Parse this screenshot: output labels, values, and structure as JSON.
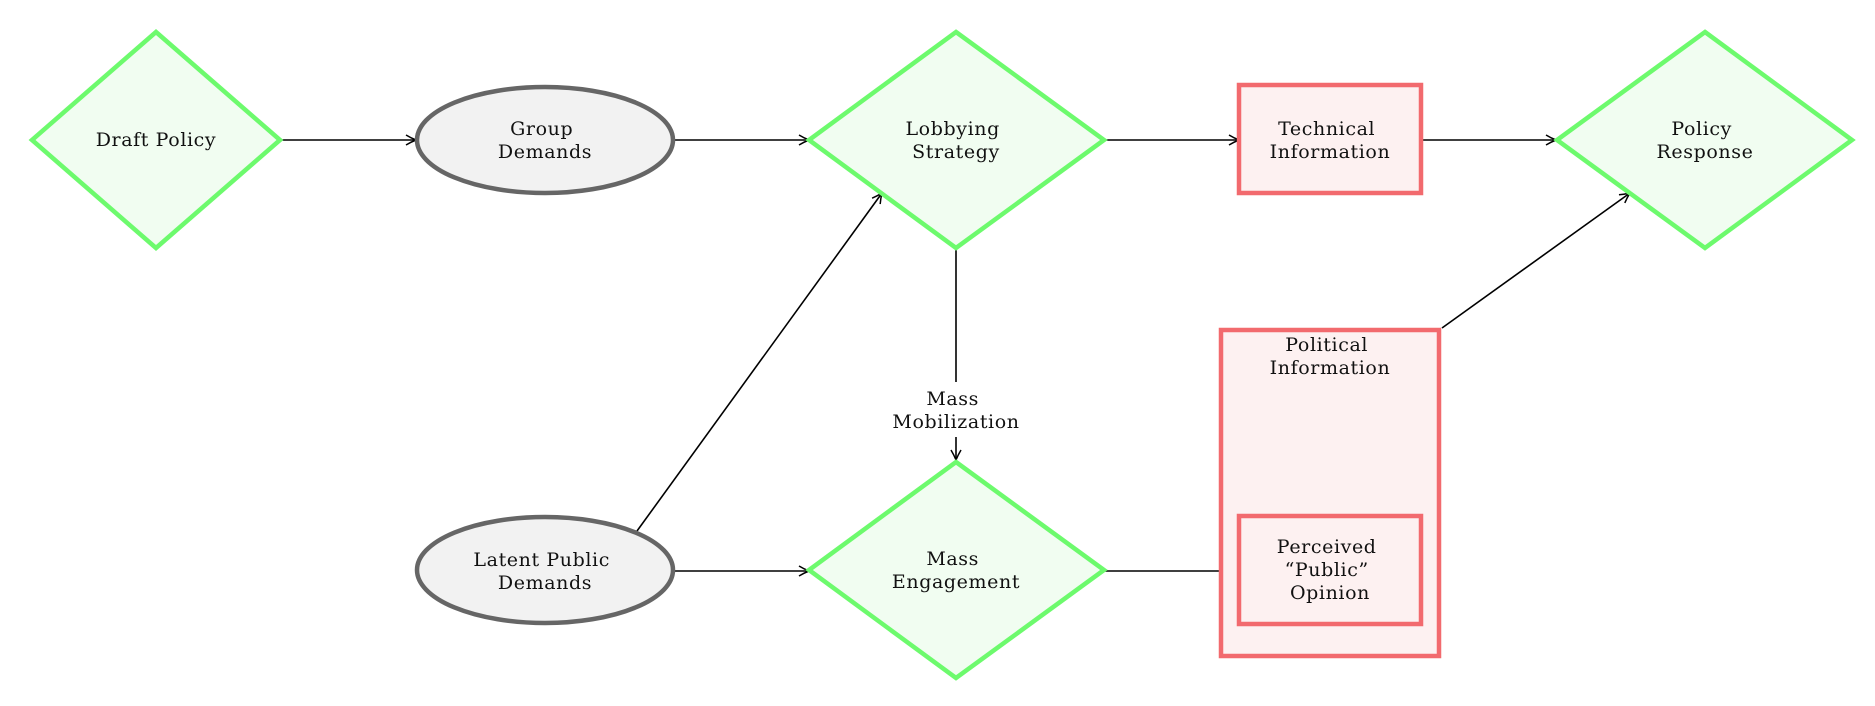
{
  "colors": {
    "decision_stroke": "#6dfa6d",
    "decision_fill": "#f1fdf1",
    "demand_stroke": "#666666",
    "demand_fill": "#f2f2f2",
    "info_stroke": "#f26a6e",
    "info_fill": "#fdf1f1",
    "edge": "#000000"
  },
  "nodes": {
    "draft_policy": {
      "lines": [
        "Draft Policy"
      ]
    },
    "group_demands": {
      "lines": [
        "Group",
        "Demands"
      ]
    },
    "lobbying_strategy": {
      "lines": [
        "Lobbying",
        "Strategy"
      ]
    },
    "technical_information": {
      "lines": [
        "Technical",
        "Information"
      ]
    },
    "policy_response": {
      "lines": [
        "Policy",
        "Response"
      ]
    },
    "latent_public_demands": {
      "lines": [
        "Latent Public",
        "Demands"
      ]
    },
    "mass_engagement": {
      "lines": [
        "Mass",
        "Engagement"
      ]
    },
    "political_information": {
      "lines": [
        "Political",
        "Information"
      ]
    },
    "perceived_public_opinion": {
      "lines": [
        "Perceived",
        "“Public”",
        "Opinion"
      ]
    }
  },
  "edges": {
    "mass_mobilization": {
      "lines": [
        "Mass",
        "Mobilization"
      ]
    }
  }
}
